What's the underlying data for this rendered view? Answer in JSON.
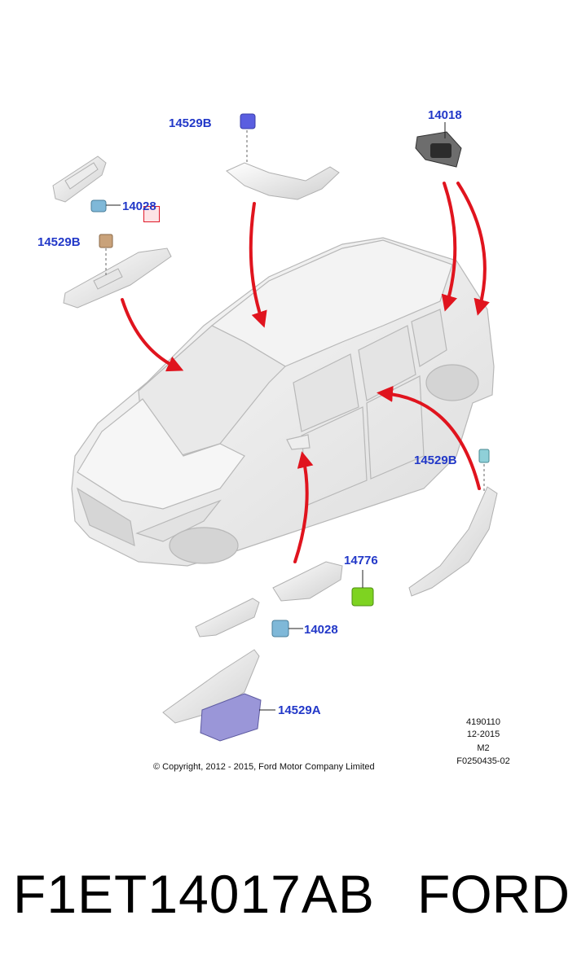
{
  "callouts": {
    "top_center_switch": "14529B",
    "top_right_module": "14018",
    "left_small_switch": "14028",
    "left_switch": "14529B",
    "right_switch": "14529B",
    "bottom_green_switch": "14776",
    "bottom_blue_switch": "14028",
    "bottom_master_switch": "14529A"
  },
  "meta": {
    "line1": "4190110",
    "line2": "12-2015",
    "line3": "M2",
    "line4": "F0250435-02"
  },
  "copyright": "© Copyright, 2012 - 2015, Ford Motor Company Limited",
  "footer": {
    "part_number": "F1ET14017AB",
    "brand": "FORD"
  },
  "colors": {
    "callout": "#2238c8",
    "arrow": "#e0141e",
    "switch_blue": "#5a5ee0",
    "switch_green": "#7ed321",
    "switch_tan": "#c9a27a",
    "switch_lightblue": "#7fb8d8",
    "switch_violet": "#9a96d8"
  }
}
